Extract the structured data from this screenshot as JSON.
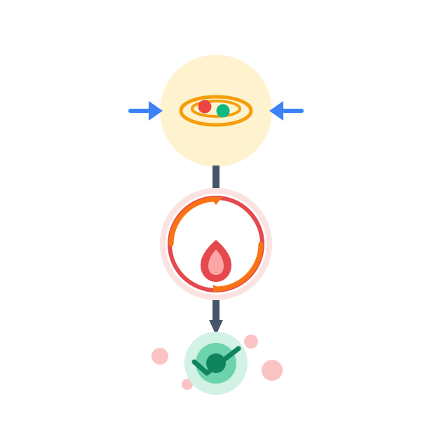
{
  "diagram": {
    "stages": [
      {
        "id": "input",
        "icon": "orbit-plate-icon"
      },
      {
        "id": "process",
        "icon": "flame-cycle-icon"
      },
      {
        "id": "output",
        "icon": "check-badge-icon"
      }
    ],
    "colors": {
      "stage1_bg": "#FFF3CF",
      "orbit": "#F59E0B",
      "dot_red": "#EF4444",
      "dot_green": "#10B981",
      "side_arrows": "#3B82F6",
      "connector": "#475569",
      "stage2_halo": "#FDE2E2",
      "ring_red": "#E5484D",
      "ring_orange": "#F97316",
      "flame_outer": "#E5484D",
      "flame_inner": "#FCA5A5",
      "stage3_halo": "#D1F2E4",
      "stage3_inner": "#6DD3AE",
      "check": "#10845C",
      "bubbles": "#FBC4C4"
    }
  }
}
